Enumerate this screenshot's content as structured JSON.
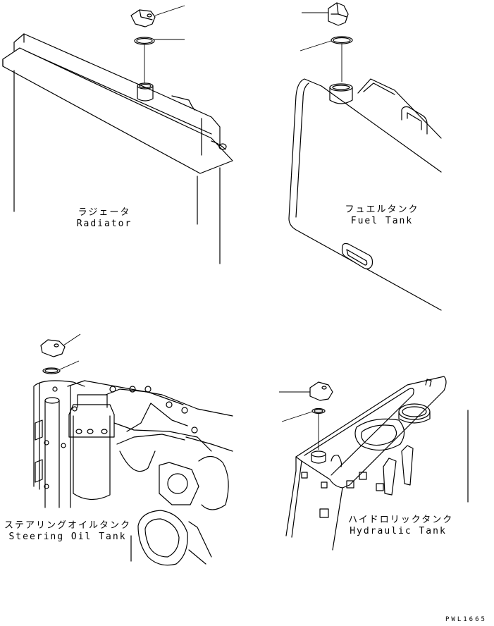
{
  "panels": {
    "radiator": {
      "jp": "ラジェータ",
      "en": "Radiator"
    },
    "fuel_tank": {
      "jp": "フュエルタンク",
      "en": "Fuel Tank"
    },
    "steering_oil_tank": {
      "jp": "ステアリングオイルタンク",
      "en": "Steering Oil Tank"
    },
    "hydraulic_tank": {
      "jp": "ハイドロリックタンク",
      "en": "Hydraulic Tank"
    }
  },
  "drawing_code": "PWL1665",
  "colors": {
    "line": "#000000",
    "background": "#ffffff"
  }
}
